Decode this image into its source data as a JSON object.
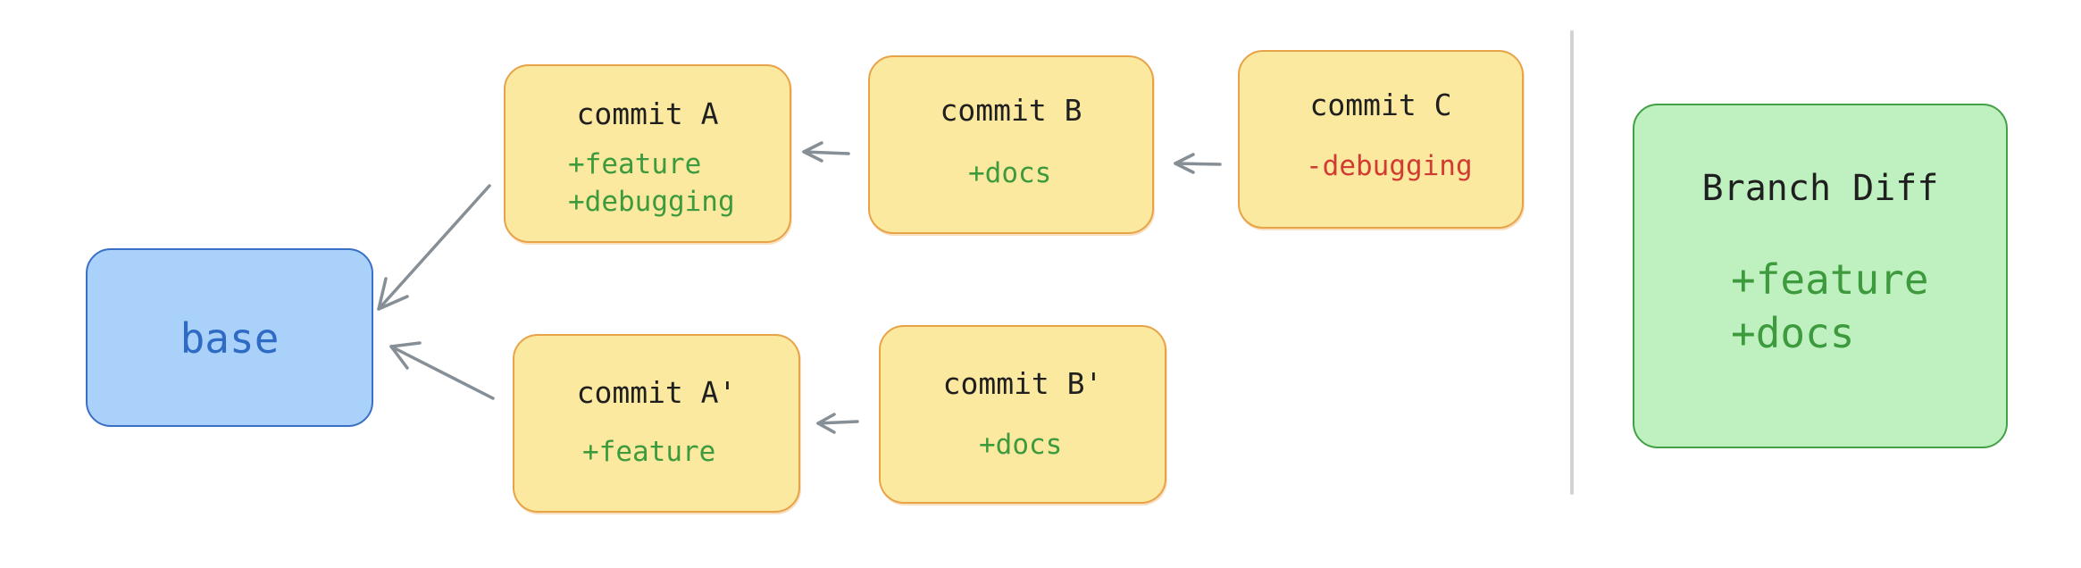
{
  "base": {
    "label": "base"
  },
  "commits_top": [
    {
      "title": "commit A",
      "lines": [
        {
          "text": "+feature",
          "kind": "add"
        },
        {
          "text": "+debugging",
          "kind": "add"
        }
      ]
    },
    {
      "title": "commit B",
      "lines": [
        {
          "text": "+docs",
          "kind": "add"
        }
      ]
    },
    {
      "title": "commit C",
      "lines": [
        {
          "text": "-debugging",
          "kind": "del"
        }
      ]
    }
  ],
  "commits_bottom": [
    {
      "title": "commit A'",
      "lines": [
        {
          "text": "+feature",
          "kind": "add"
        }
      ]
    },
    {
      "title": "commit B'",
      "lines": [
        {
          "text": "+docs",
          "kind": "add"
        }
      ]
    }
  ],
  "branch_diff": {
    "title": "Branch Diff",
    "lines": [
      "+feature",
      "+docs"
    ]
  },
  "colors": {
    "commit_fill": "#fbe9a0",
    "commit_border": "#e8a348",
    "base_fill": "#a9d1fa",
    "base_border": "#3a6fc6",
    "diff_fill": "#bff1c0",
    "diff_border": "#43a047",
    "addition": "#3d9a3d",
    "deletion": "#d23b32",
    "arrow": "#868e96"
  }
}
